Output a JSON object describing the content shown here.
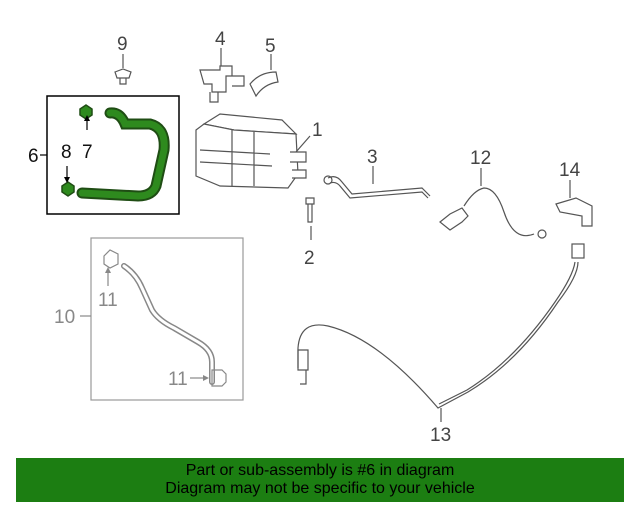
{
  "callouts": {
    "c1": "1",
    "c2": "2",
    "c3": "3",
    "c4": "4",
    "c5": "5",
    "c6": "6",
    "c7": "7",
    "c8": "8",
    "c9": "9",
    "c10": "10",
    "c11a": "11",
    "c11b": "11",
    "c12": "12",
    "c13": "13",
    "c14": "14"
  },
  "banner": {
    "line1": "Part or sub-assembly is #6 in diagram",
    "line2": "Diagram may not be specific to your vehicle"
  },
  "colors": {
    "highlight_part": "#2a7d1c",
    "banner_bg": "#1c7e12",
    "line_art": "#555555"
  }
}
